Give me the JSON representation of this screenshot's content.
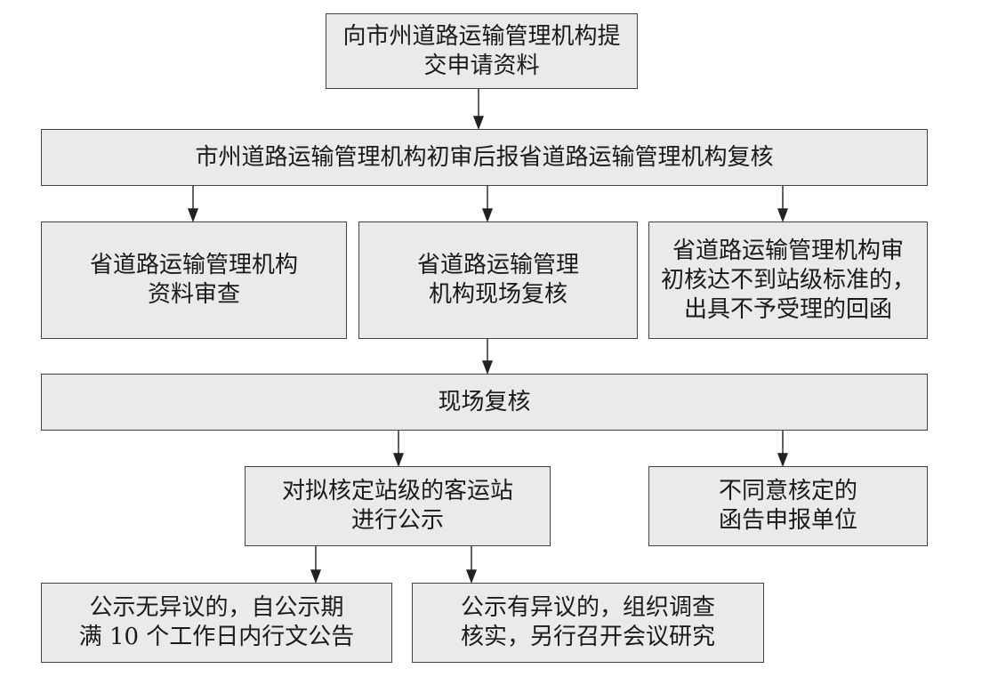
{
  "diagram": {
    "nodes": {
      "submit": {
        "lines": [
          "向市州道路运输管理机构提",
          "交申请资料"
        ]
      },
      "initial_review": {
        "lines": [
          "市州道路运输管理机构初审后报省道路运输管理机构复核"
        ]
      },
      "doc_review": {
        "lines": [
          "省道路运输管理机构",
          "资料审查"
        ]
      },
      "site_recheck_org": {
        "lines": [
          "省道路运输管理机构现场复核"
        ],
        "display_lines": [
          "省道路运输管理",
          "机构现场复核"
        ]
      },
      "reject_letter": {
        "lines": [
          "省道路运输管理机构审",
          "初核达不到站级标准的，",
          "出具不予受理的回函"
        ]
      },
      "site_recheck": {
        "lines": [
          "现场复核"
        ]
      },
      "publicize": {
        "lines": [
          "对拟核定站级的客运站",
          "进行公示"
        ]
      },
      "disagree": {
        "lines": [
          "不同意核定的",
          "函告申报单位"
        ]
      },
      "no_objection": {
        "line1": "公示无异议的，自公示期",
        "line2_prefix": "满 ",
        "line2_number": "10",
        "line2_suffix": " 个工作日内行文公告"
      },
      "objection": {
        "lines": [
          "公示有异议的，组织调查",
          "核实，另行召开会议研究"
        ]
      }
    },
    "colors": {
      "box_fill": "#eaeaea",
      "box_border": "#444444",
      "arrow": "#222222",
      "text": "#1a1a1a"
    }
  }
}
